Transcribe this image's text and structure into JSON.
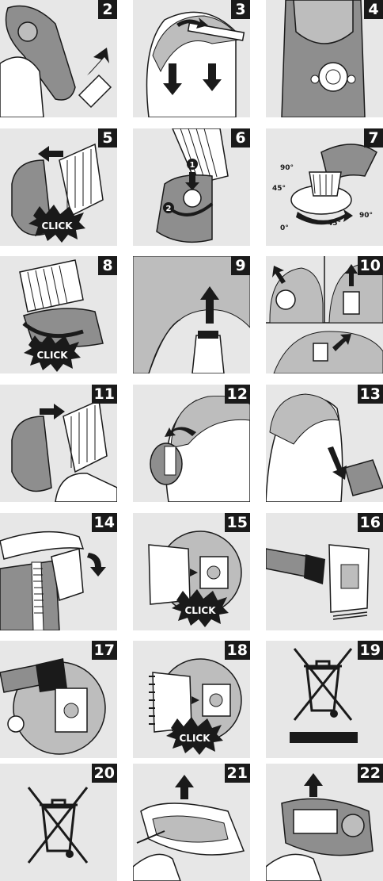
{
  "panels": [
    {
      "number": "2"
    },
    {
      "number": "3"
    },
    {
      "number": "4"
    },
    {
      "number": "5"
    },
    {
      "number": "6"
    },
    {
      "number": "7"
    },
    {
      "number": "8"
    },
    {
      "number": "9"
    },
    {
      "number": "10"
    },
    {
      "number": "11"
    },
    {
      "number": "12"
    },
    {
      "number": "13"
    },
    {
      "number": "14"
    },
    {
      "number": "15"
    },
    {
      "number": "16"
    },
    {
      "number": "17"
    },
    {
      "number": "18"
    },
    {
      "number": "19"
    },
    {
      "number": "20"
    },
    {
      "number": "21"
    },
    {
      "number": "22"
    }
  ],
  "labels": {
    "click": "CLICK",
    "angle_90": "90°",
    "angle_45": "45°",
    "angle_0": "0°",
    "step_1": "1",
    "step_2": "2"
  },
  "colors": {
    "panel_bg": "#e7e7e7",
    "number_bg": "#1a1a1a",
    "line": "#1a1a1a",
    "device_gray": "#9a9a9a"
  }
}
